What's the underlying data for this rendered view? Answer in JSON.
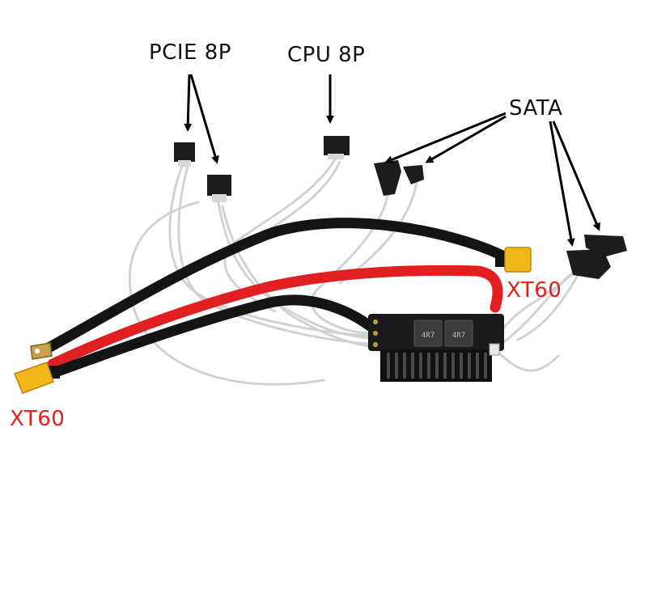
{
  "labels": {
    "pcie": "PCIE 8P",
    "cpu": "CPU 8P",
    "sata": "SATA",
    "xt60_right": "XT60",
    "xt60_left": "XT60"
  },
  "board": {
    "inductor_1": "4R7",
    "inductor_2": "4R7"
  },
  "colors": {
    "label_text": "#111111",
    "xt60_label": "#e0201a",
    "xt60_connector": "#f2b81a",
    "cable_black": "#141414",
    "cable_red": "#e02020",
    "pcb": "#1a1a1a",
    "wire_silver": "#cfd3d6"
  },
  "icons": [
    "arrow-icon"
  ]
}
